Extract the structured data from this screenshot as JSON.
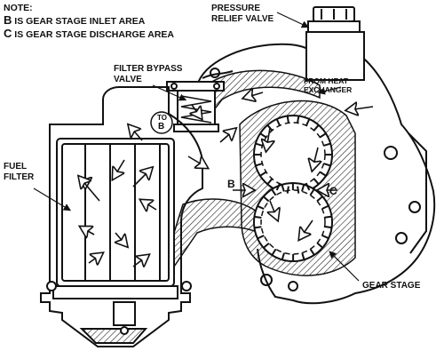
{
  "note": {
    "heading": "NOTE:",
    "line_b_letter": "B",
    "line_b_text": " IS GEAR STAGE INLET AREA",
    "line_c_letter": "C",
    "line_c_text": " IS GEAR STAGE DISCHARGE AREA"
  },
  "labels": {
    "pressure_relief_1": "PRESSURE",
    "pressure_relief_2": "RELIEF VALVE",
    "filter_bypass_1": "FILTER BYPASS",
    "filter_bypass_2": "VALVE",
    "from_heat_1": "FROM HEAT",
    "from_heat_2": "EXCHANGER",
    "to_b_1": "TO",
    "to_b_2": "B",
    "fuel_filter_1": "FUEL",
    "fuel_filter_2": "FILTER",
    "b_marker": "B",
    "c_marker": "C",
    "gear_stage": "GEAR STAGE"
  },
  "colors": {
    "ink": "#111111",
    "paper": "#ffffff",
    "hatch": "#333333"
  }
}
